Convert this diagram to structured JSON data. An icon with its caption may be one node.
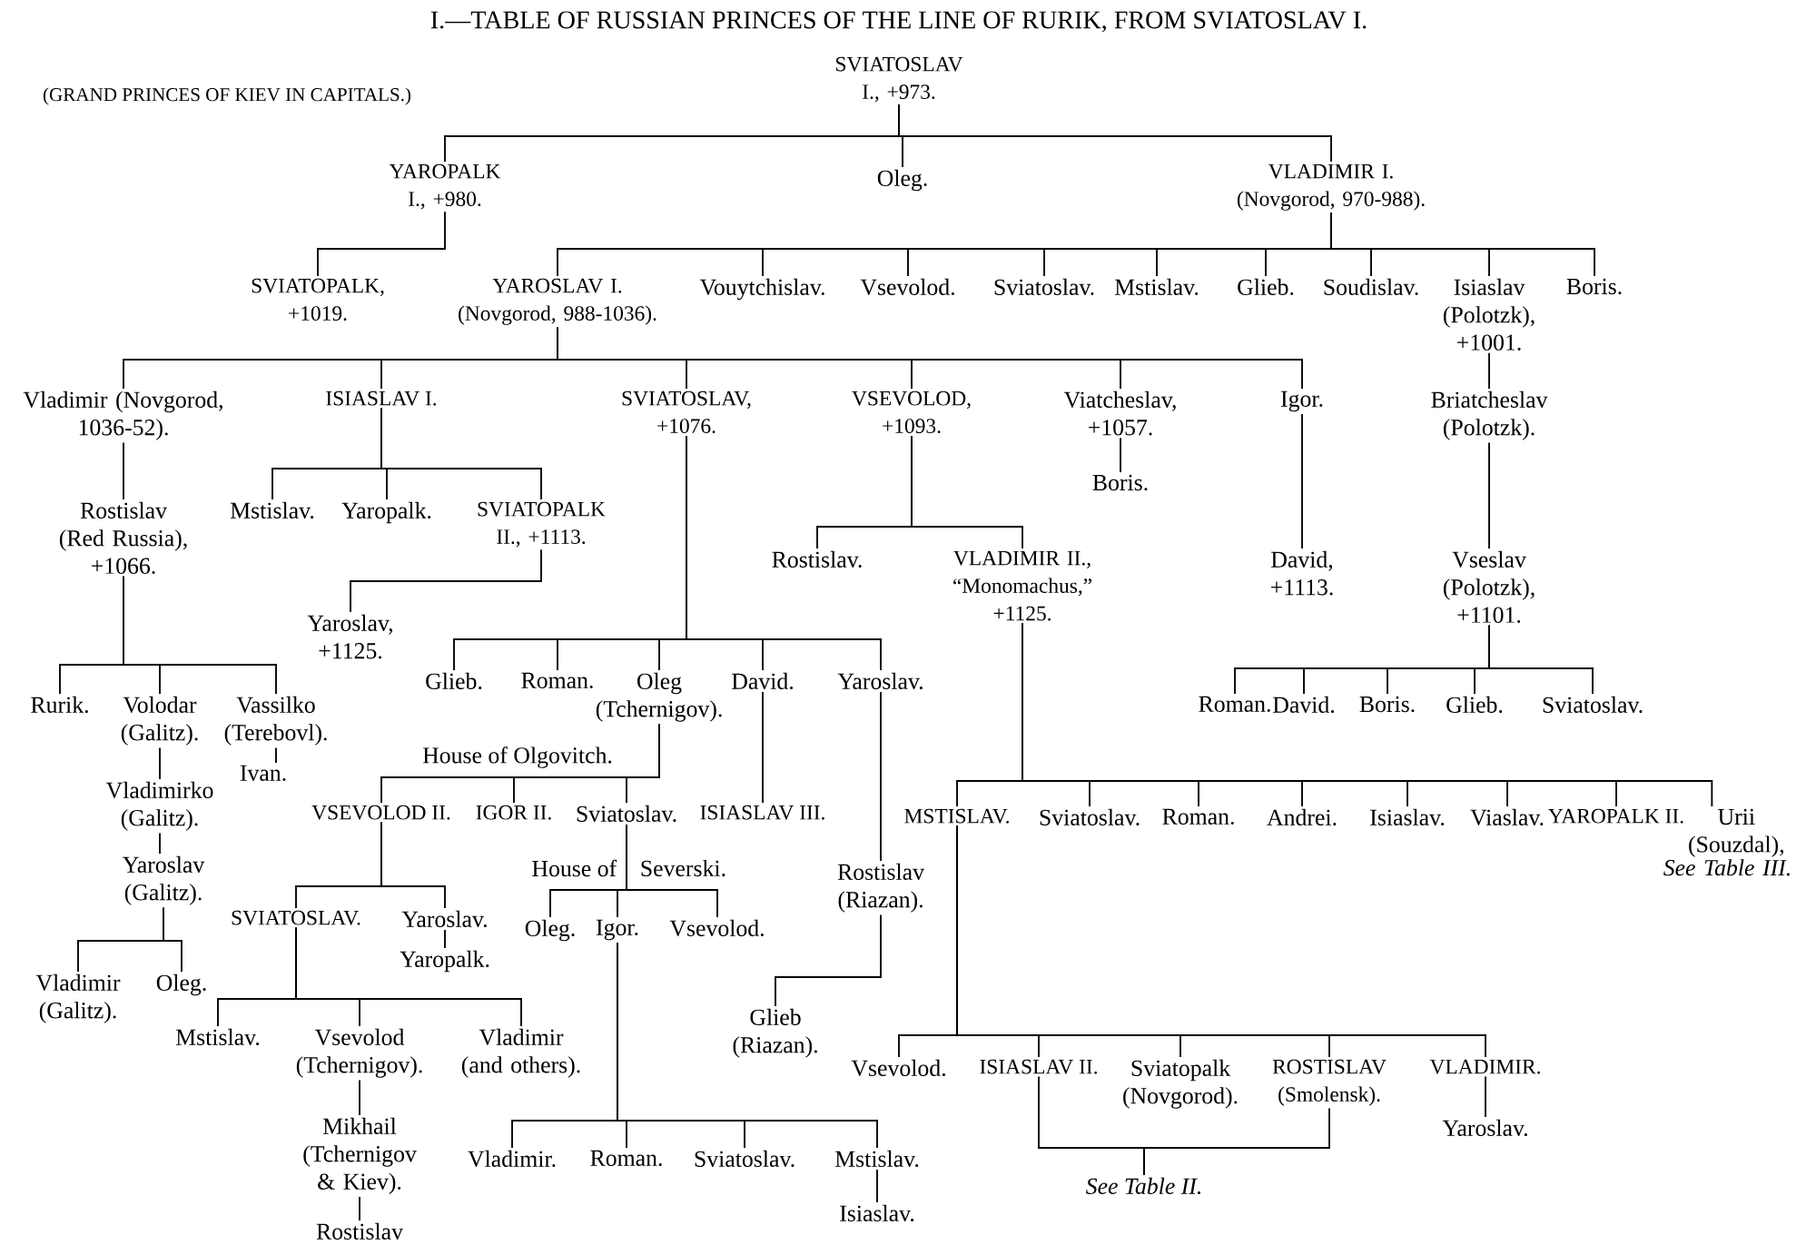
{
  "diagram": {
    "title": "I.—TABLE OF RUSSIAN PRINCES OF THE LINE OF RURIK, FROM SVIATOSLAV I.",
    "nodes": [
      {
        "text": [
          "SVIATOSLAV I., +973."
        ]
      },
      {
        "text": [
          "YAROPALK I., +980."
        ]
      },
      {
        "text": [
          "Oleg."
        ]
      },
      {
        "text": [
          "VLADIMIR I. (Novgorod, 970-988)."
        ]
      },
      {
        "text": [
          "SVIATOPALK, +1019."
        ]
      },
      {
        "text": [
          "YAROSLAV I. (Novgorod, 988-1036)."
        ]
      },
      {
        "text": [
          "Vouytchislav."
        ]
      },
      {
        "text": [
          "Vsevolod."
        ]
      },
      {
        "text": [
          "Sviatoslav."
        ]
      },
      {
        "text": [
          "Mstislav."
        ]
      },
      {
        "text": [
          "Glieb."
        ]
      },
      {
        "text": [
          "Soudislav."
        ]
      },
      {
        "text": [
          "Isiaslav (Polotzk), +1001."
        ]
      },
      {
        "text": [
          "Boris."
        ]
      },
      {
        "text": [
          "Briatcheslav (Polotzk)."
        ]
      },
      {
        "text": [
          "Vseslav (Polotzk), +1101."
        ]
      },
      {
        "text": [
          "Roman."
        ]
      },
      {
        "text": [
          "David."
        ]
      },
      {
        "text": [
          "Boris."
        ]
      },
      {
        "text": [
          "Glieb."
        ]
      },
      {
        "text": [
          "Sviatoslav."
        ]
      },
      {
        "text": [
          "Vladimir (Novgorod, 1036-52)."
        ]
      },
      {
        "text": [
          "ISIASLAV I."
        ]
      },
      {
        "text": [
          "SVIATOSLAV, +1076."
        ]
      },
      {
        "text": [
          "VSEVOLOD, +1093."
        ]
      },
      {
        "text": [
          "Viatcheslav, +1057."
        ]
      },
      {
        "text": [
          "Boris."
        ]
      },
      {
        "text": [
          "Igor."
        ]
      },
      {
        "text": [
          "David, +1113."
        ]
      },
      {
        "text": [
          "Rostislav (Red Russia), +1066."
        ]
      },
      {
        "text": [
          "Rurik."
        ]
      },
      {
        "text": [
          "Volodar (Galitz)."
        ]
      },
      {
        "text": [
          "Vassilko (Terebovl)."
        ]
      },
      {
        "text": [
          "Ivan."
        ]
      },
      {
        "text": [
          "Vladimirko (Galitz)."
        ]
      },
      {
        "text": [
          "Yaroslav (Galitz)."
        ]
      },
      {
        "text": [
          "Vladimir (Galitz)."
        ]
      },
      {
        "text": [
          "Oleg."
        ]
      },
      {
        "text": [
          "Mstislav."
        ]
      },
      {
        "text": [
          "Yaropalk."
        ]
      },
      {
        "text": [
          "SVIATOPALK II., +1113."
        ]
      },
      {
        "text": [
          "Yaroslav, +1125."
        ]
      },
      {
        "text": [
          "Glieb."
        ]
      },
      {
        "text": [
          "Roman."
        ]
      },
      {
        "text": [
          "Oleg (Tchernigov)."
        ]
      },
      {
        "text": [
          "David."
        ]
      },
      {
        "text": [
          "Yaroslav."
        ]
      },
      {
        "text": [
          "VSEVOLOD II."
        ]
      },
      {
        "text": [
          "IGOR II."
        ]
      },
      {
        "text": [
          "Sviatoslav."
        ]
      },
      {
        "text": [
          "ISIASLAV III."
        ]
      },
      {
        "text": [
          "Oleg."
        ]
      },
      {
        "text": [
          "Igor."
        ]
      },
      {
        "text": [
          "Vsevolod."
        ]
      },
      {
        "text": [
          "Vladimir."
        ]
      },
      {
        "text": [
          "Roman."
        ]
      },
      {
        "text": [
          "Sviatoslav."
        ]
      },
      {
        "text": [
          "Mstislav."
        ]
      },
      {
        "text": [
          "Isiaslav."
        ]
      },
      {
        "text": [
          "SVIATOSLAV."
        ]
      },
      {
        "text": [
          "Yaroslav."
        ]
      },
      {
        "text": [
          "Yaropalk."
        ]
      },
      {
        "text": [
          "Mstislav."
        ]
      },
      {
        "text": [
          "Vsevolod (Tchernigov)."
        ]
      },
      {
        "text": [
          "Vladimir (and others)."
        ]
      },
      {
        "text": [
          "Mikhail (Tchernigov & Kiev)."
        ]
      },
      {
        "text": [
          "Rostislav"
        ]
      },
      {
        "text": [
          "Rostislav (Riazan)."
        ]
      },
      {
        "text": [
          "Glieb (Riazan)."
        ]
      },
      {
        "text": [
          "Rostislav."
        ]
      },
      {
        "text": [
          "VLADIMIR II., “Monomachus,” +1125."
        ]
      },
      {
        "text": [
          "MSTISLAV."
        ]
      },
      {
        "text": [
          "Sviatoslav."
        ]
      },
      {
        "text": [
          "Roman."
        ]
      },
      {
        "text": [
          "Andrei."
        ]
      },
      {
        "text": [
          "Isiaslav."
        ]
      },
      {
        "text": [
          "Viaslav."
        ]
      },
      {
        "text": [
          "YAROPALK II."
        ]
      },
      {
        "text": [
          "Urii (Souzdal),",
          "See Table III."
        ]
      },
      {
        "text": [
          "Vsevolod."
        ]
      },
      {
        "text": [
          "ISIASLAV II."
        ]
      },
      {
        "text": [
          "Sviatopalk (Novgorod)."
        ]
      },
      {
        "text": [
          "ROSTISLAV (Smolensk)."
        ]
      },
      {
        "text": [
          "VLADIMIR."
        ]
      },
      {
        "text": [
          "Yaroslav."
        ]
      },
      {
        "text": [
          "See Table II."
        ]
      }
    ],
    "edges": [
      {
        "from": 0,
        "to": 1,
        "arrow": "none"
      },
      {
        "from": 0,
        "to": 2,
        "arrow": "none"
      },
      {
        "from": 0,
        "to": 3,
        "arrow": "none"
      },
      {
        "from": 1,
        "to": 4,
        "arrow": "none"
      },
      {
        "from": 3,
        "to": 5,
        "arrow": "none"
      },
      {
        "from": 3,
        "to": 6,
        "arrow": "none"
      },
      {
        "from": 3,
        "to": 7,
        "arrow": "none"
      },
      {
        "from": 3,
        "to": 8,
        "arrow": "none"
      },
      {
        "from": 3,
        "to": 9,
        "arrow": "none"
      },
      {
        "from": 3,
        "to": 10,
        "arrow": "none"
      },
      {
        "from": 3,
        "to": 11,
        "arrow": "none"
      },
      {
        "from": 3,
        "to": 12,
        "arrow": "none"
      },
      {
        "from": 3,
        "to": 13,
        "arrow": "none"
      },
      {
        "from": 12,
        "to": 14,
        "arrow": "none"
      },
      {
        "from": 14,
        "to": 15,
        "arrow": "none"
      },
      {
        "from": 15,
        "to": 16,
        "arrow": "none"
      },
      {
        "from": 15,
        "to": 17,
        "arrow": "none"
      },
      {
        "from": 15,
        "to": 18,
        "arrow": "none"
      },
      {
        "from": 15,
        "to": 19,
        "arrow": "none"
      },
      {
        "from": 15,
        "to": 20,
        "arrow": "none"
      },
      {
        "from": 5,
        "to": 21,
        "arrow": "none"
      },
      {
        "from": 5,
        "to": 22,
        "arrow": "none"
      },
      {
        "from": 5,
        "to": 23,
        "arrow": "none"
      },
      {
        "from": 5,
        "to": 24,
        "arrow": "none"
      },
      {
        "from": 5,
        "to": 25,
        "arrow": "none"
      },
      {
        "from": 5,
        "to": 27,
        "arrow": "none"
      },
      {
        "from": 25,
        "to": 26,
        "arrow": "none"
      },
      {
        "from": 27,
        "to": 28,
        "arrow": "none"
      },
      {
        "from": 21,
        "to": 29,
        "arrow": "none"
      },
      {
        "from": 29,
        "to": 30,
        "arrow": "none"
      },
      {
        "from": 29,
        "to": 31,
        "arrow": "none"
      },
      {
        "from": 29,
        "to": 32,
        "arrow": "none"
      },
      {
        "from": 32,
        "to": 33,
        "arrow": "none"
      },
      {
        "from": 31,
        "to": 34,
        "arrow": "none"
      },
      {
        "from": 34,
        "to": 35,
        "arrow": "none"
      },
      {
        "from": 35,
        "to": 36,
        "arrow": "none"
      },
      {
        "from": 35,
        "to": 37,
        "arrow": "none"
      },
      {
        "from": 22,
        "to": 38,
        "arrow": "none"
      },
      {
        "from": 22,
        "to": 39,
        "arrow": "none"
      },
      {
        "from": 22,
        "to": 40,
        "arrow": "none"
      },
      {
        "from": 40,
        "to": 41,
        "arrow": "none"
      },
      {
        "from": 23,
        "to": 42,
        "arrow": "none"
      },
      {
        "from": 23,
        "to": 43,
        "arrow": "none"
      },
      {
        "from": 23,
        "to": 44,
        "arrow": "none"
      },
      {
        "from": 23,
        "to": 45,
        "arrow": "none"
      },
      {
        "from": 23,
        "to": 46,
        "arrow": "none"
      },
      {
        "from": 44,
        "to": 47,
        "arrow": "none"
      },
      {
        "from": 44,
        "to": 48,
        "arrow": "none"
      },
      {
        "from": 44,
        "to": 49,
        "arrow": "none"
      },
      {
        "from": 45,
        "to": 50,
        "arrow": "none"
      },
      {
        "from": 49,
        "to": 51,
        "arrow": "none"
      },
      {
        "from": 49,
        "to": 52,
        "arrow": "none"
      },
      {
        "from": 49,
        "to": 53,
        "arrow": "none"
      },
      {
        "from": 52,
        "to": 54,
        "arrow": "none"
      },
      {
        "from": 52,
        "to": 55,
        "arrow": "none"
      },
      {
        "from": 52,
        "to": 56,
        "arrow": "none"
      },
      {
        "from": 52,
        "to": 57,
        "arrow": "none"
      },
      {
        "from": 57,
        "to": 58,
        "arrow": "none"
      },
      {
        "from": 47,
        "to": 59,
        "arrow": "none"
      },
      {
        "from": 47,
        "to": 60,
        "arrow": "none"
      },
      {
        "from": 60,
        "to": 61,
        "arrow": "none"
      },
      {
        "from": 59,
        "to": 62,
        "arrow": "none"
      },
      {
        "from": 59,
        "to": 63,
        "arrow": "none"
      },
      {
        "from": 59,
        "to": 64,
        "arrow": "none"
      },
      {
        "from": 63,
        "to": 65,
        "arrow": "none"
      },
      {
        "from": 65,
        "to": 66,
        "arrow": "none"
      },
      {
        "from": 46,
        "to": 67,
        "arrow": "none"
      },
      {
        "from": 67,
        "to": 68,
        "arrow": "none"
      },
      {
        "from": 24,
        "to": 69,
        "arrow": "none"
      },
      {
        "from": 24,
        "to": 70,
        "arrow": "none"
      },
      {
        "from": 70,
        "to": 71,
        "arrow": "none"
      },
      {
        "from": 70,
        "to": 72,
        "arrow": "none"
      },
      {
        "from": 70,
        "to": 73,
        "arrow": "none"
      },
      {
        "from": 70,
        "to": 74,
        "arrow": "none"
      },
      {
        "from": 70,
        "to": 75,
        "arrow": "none"
      },
      {
        "from": 70,
        "to": 76,
        "arrow": "none"
      },
      {
        "from": 70,
        "to": 77,
        "arrow": "none"
      },
      {
        "from": 70,
        "to": 78,
        "arrow": "none"
      },
      {
        "from": 71,
        "to": 79,
        "arrow": "none"
      },
      {
        "from": 71,
        "to": 80,
        "arrow": "none"
      },
      {
        "from": 71,
        "to": 81,
        "arrow": "none"
      },
      {
        "from": 71,
        "to": 82,
        "arrow": "none"
      },
      {
        "from": 71,
        "to": 83,
        "arrow": "none"
      },
      {
        "from": 83,
        "to": 84,
        "arrow": "none"
      },
      {
        "from": 80,
        "to": 85,
        "arrow": "none"
      },
      {
        "from": 82,
        "to": 85,
        "arrow": "none"
      }
    ],
    "labels": [
      "(GRAND PRINCES OF KIEV IN CAPITALS.)",
      "House of Olgovitch.",
      "House of",
      "Severski."
    ]
  }
}
